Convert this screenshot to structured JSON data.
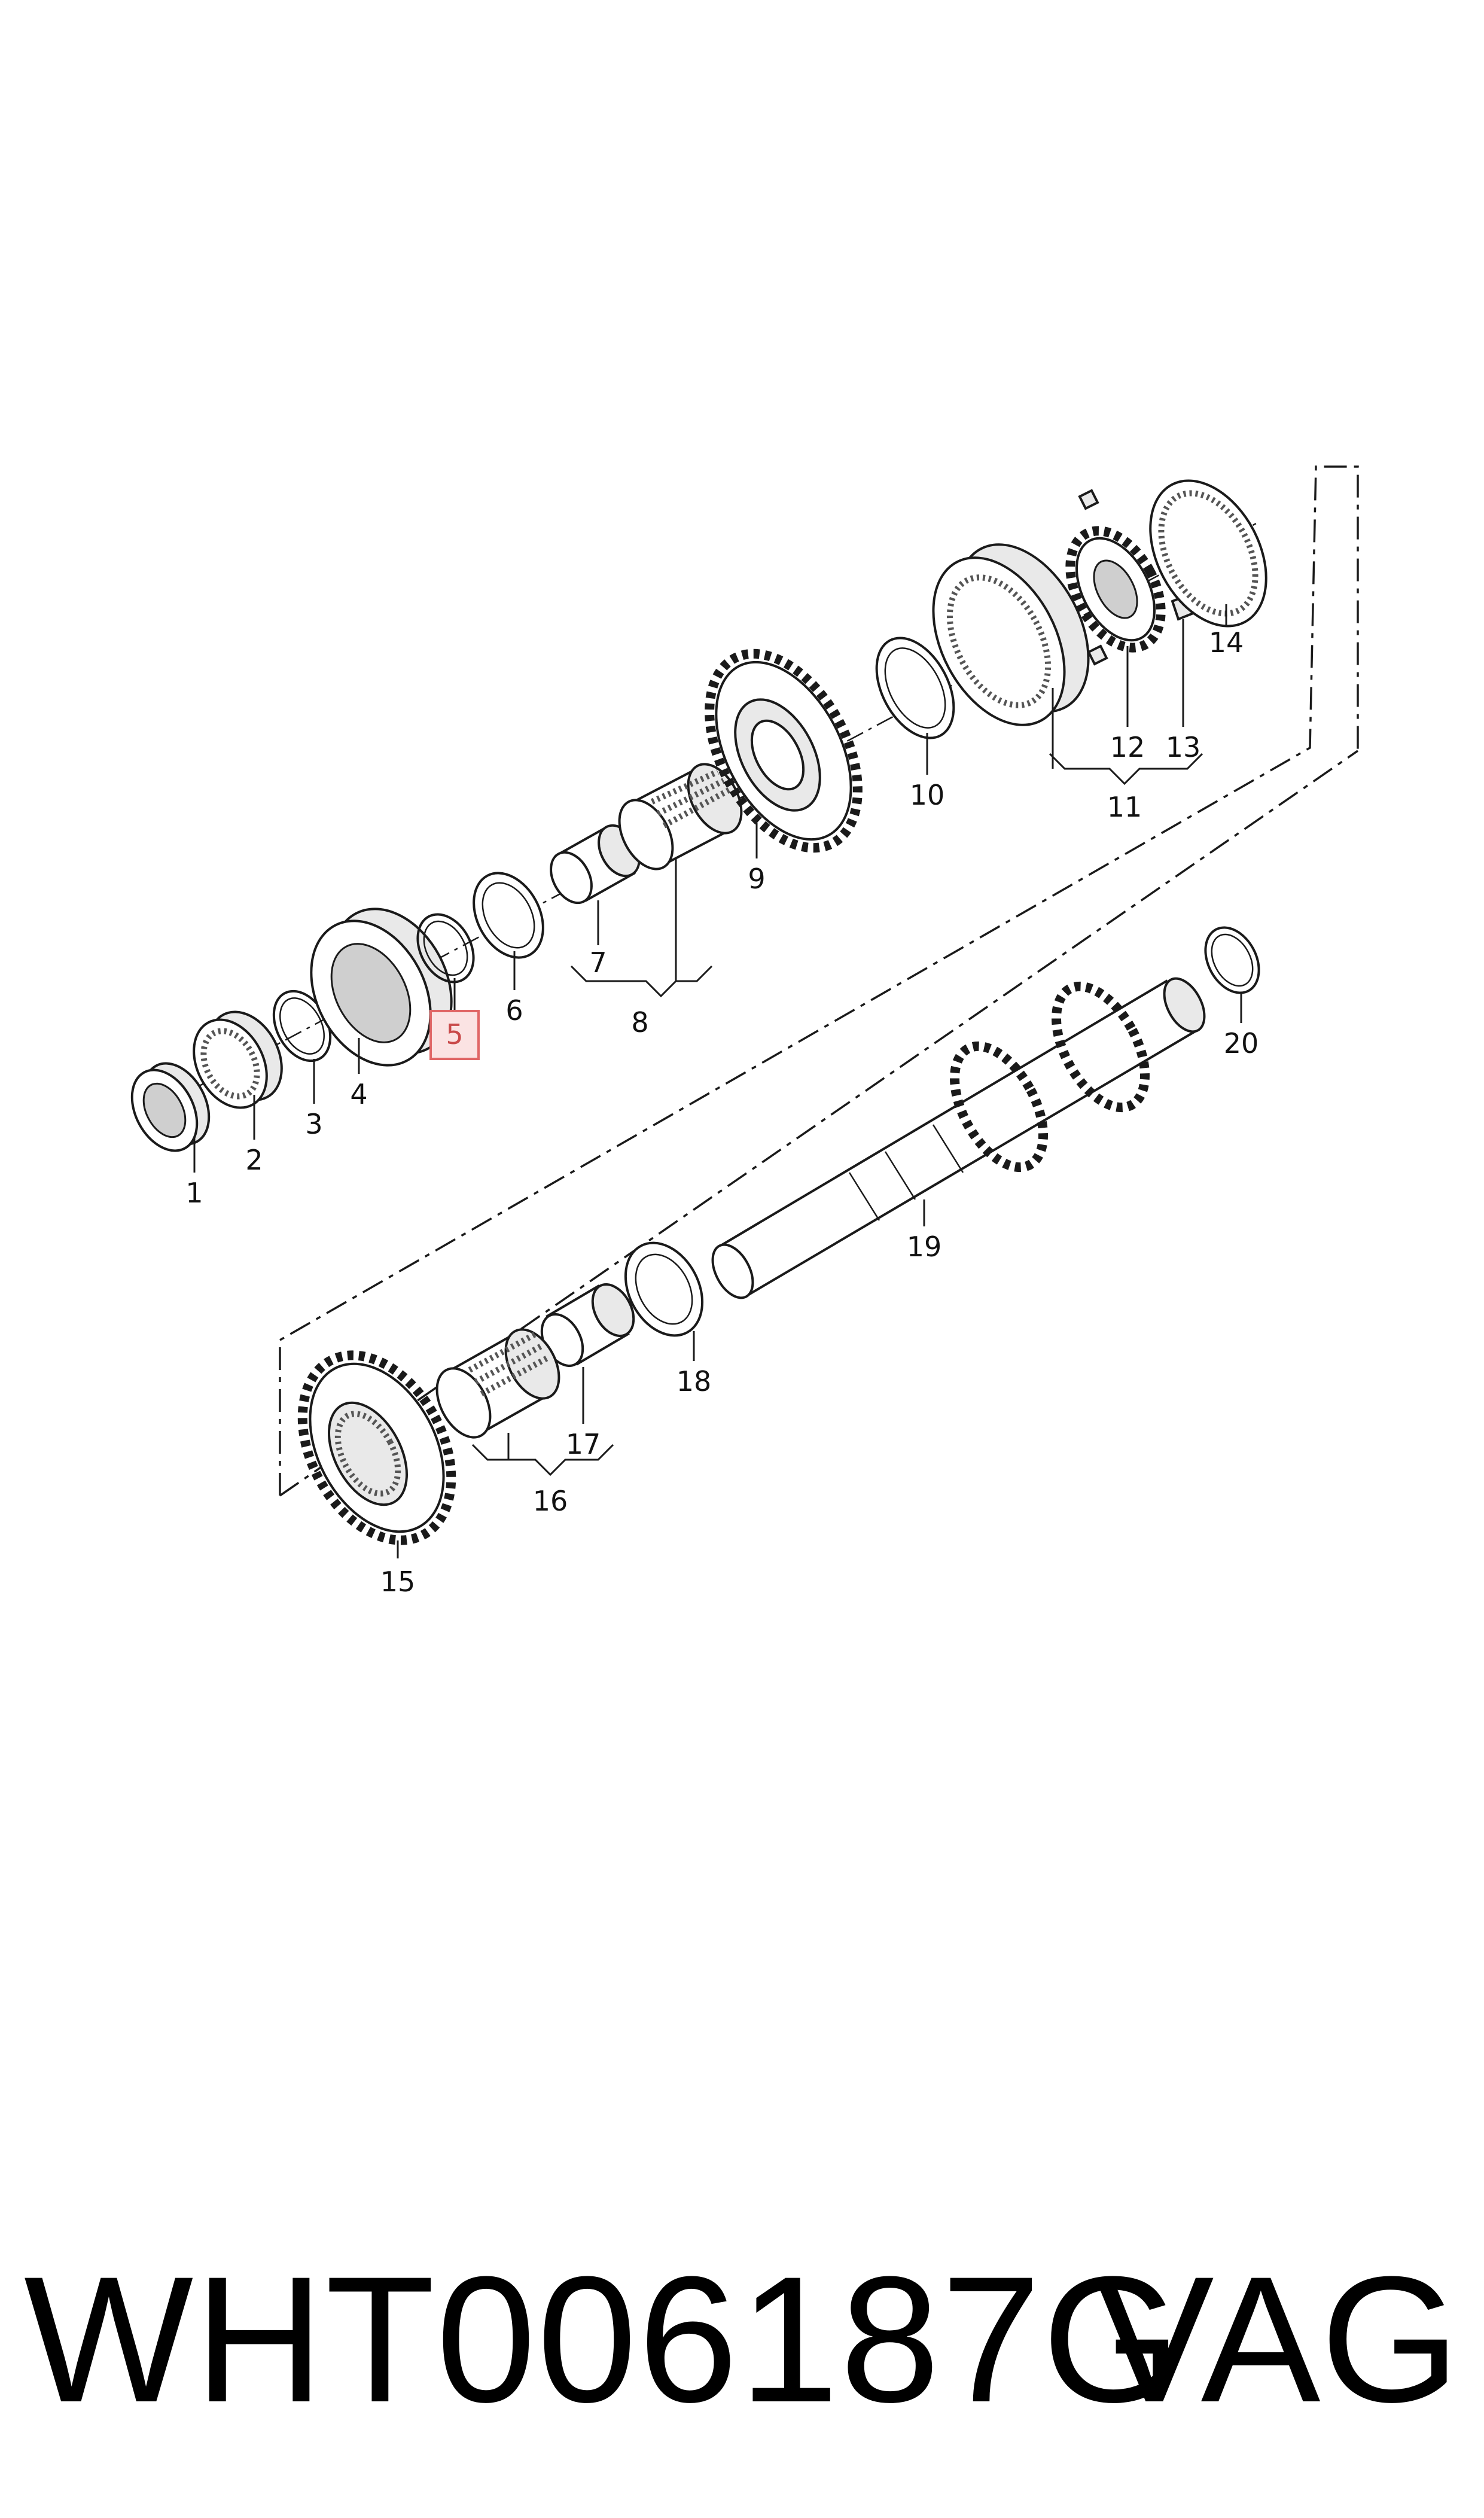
{
  "diagram": {
    "part_numbers": {
      "p1": "1",
      "p2": "2",
      "p3": "3",
      "p4": "4",
      "p5": "5",
      "p6": "6",
      "p7": "7",
      "p8": "8",
      "p9": "9",
      "p10": "10",
      "p11": "11",
      "p12": "12",
      "p13": "13",
      "p14": "14",
      "p15": "15",
      "p16": "16",
      "p17": "17",
      "p18": "18",
      "p19": "19",
      "p20": "20"
    },
    "highlighted_part": "5",
    "highlight_color": "#e06666"
  },
  "footer": {
    "part_code": "WHT006187G",
    "brand": "VAG"
  }
}
